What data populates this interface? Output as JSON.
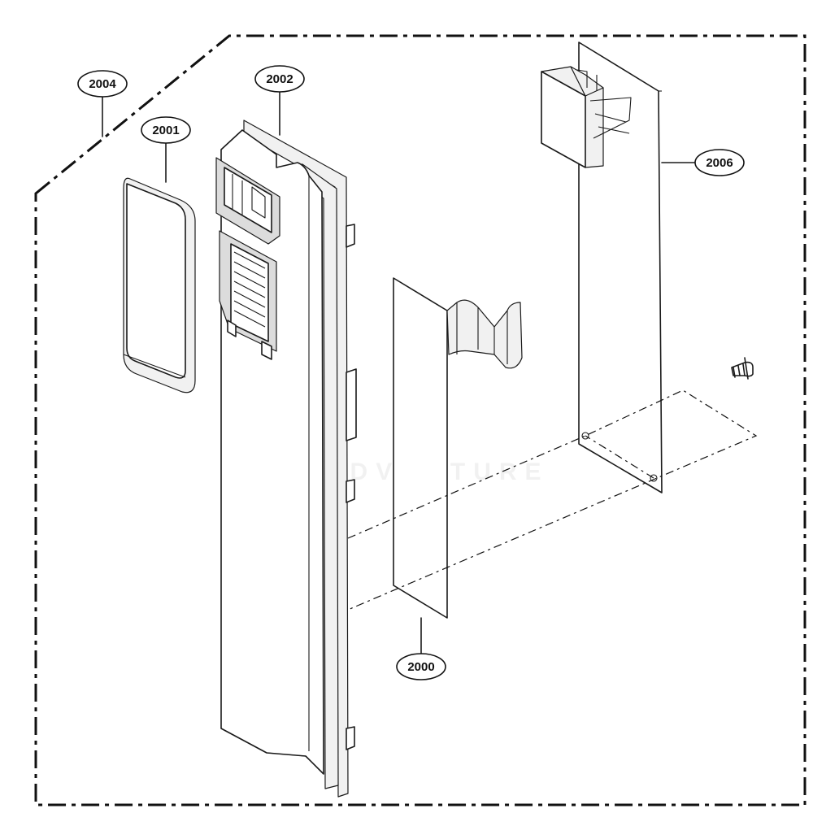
{
  "diagram": {
    "callouts": {
      "2000": "2000",
      "2001": "2001",
      "2002": "2002",
      "2004": "2004",
      "2006": "2006"
    },
    "watermark": "LG ADVENTURE"
  }
}
